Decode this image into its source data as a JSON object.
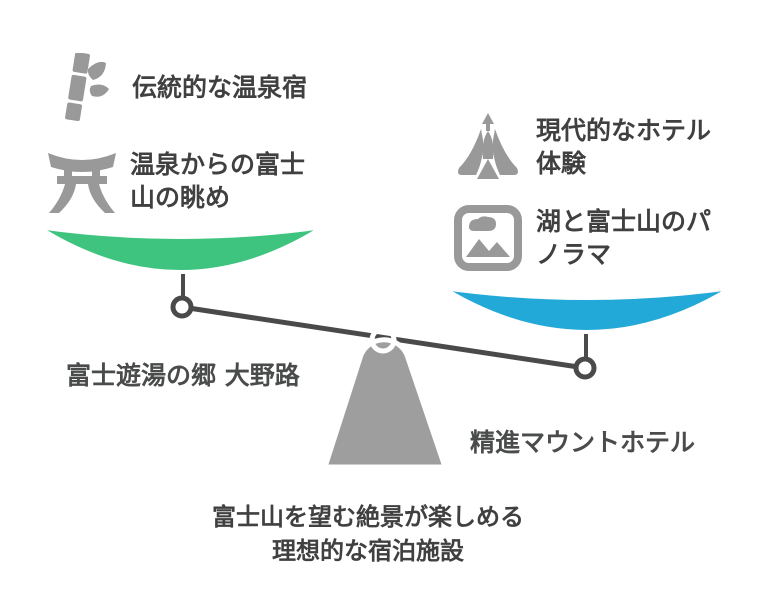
{
  "diagram_type": "balance-comparison-scale",
  "colors": {
    "left_pan": "#3EC47F",
    "right_pan": "#22A9D8",
    "fulcrum": "#9E9E9E",
    "beam": "#4A4A4A",
    "icon": "#999999",
    "text": "#404040"
  },
  "left": {
    "items": [
      {
        "icon": "bamboo-icon",
        "text": "伝統的な温泉宿"
      },
      {
        "icon": "torii-icon",
        "text": "温泉からの富士\n山の眺め"
      }
    ],
    "label": "富士遊湯の郷 大野路"
  },
  "right": {
    "items": [
      {
        "icon": "fountain-icon",
        "text": "現代的なホテル\n体験"
      },
      {
        "icon": "picture-icon",
        "text": "湖と富士山のパ\nノラマ"
      }
    ],
    "label": "精進マウントホテル"
  },
  "caption": "富士山を望む絶景が楽しめる\n理想的な宿泊施設"
}
